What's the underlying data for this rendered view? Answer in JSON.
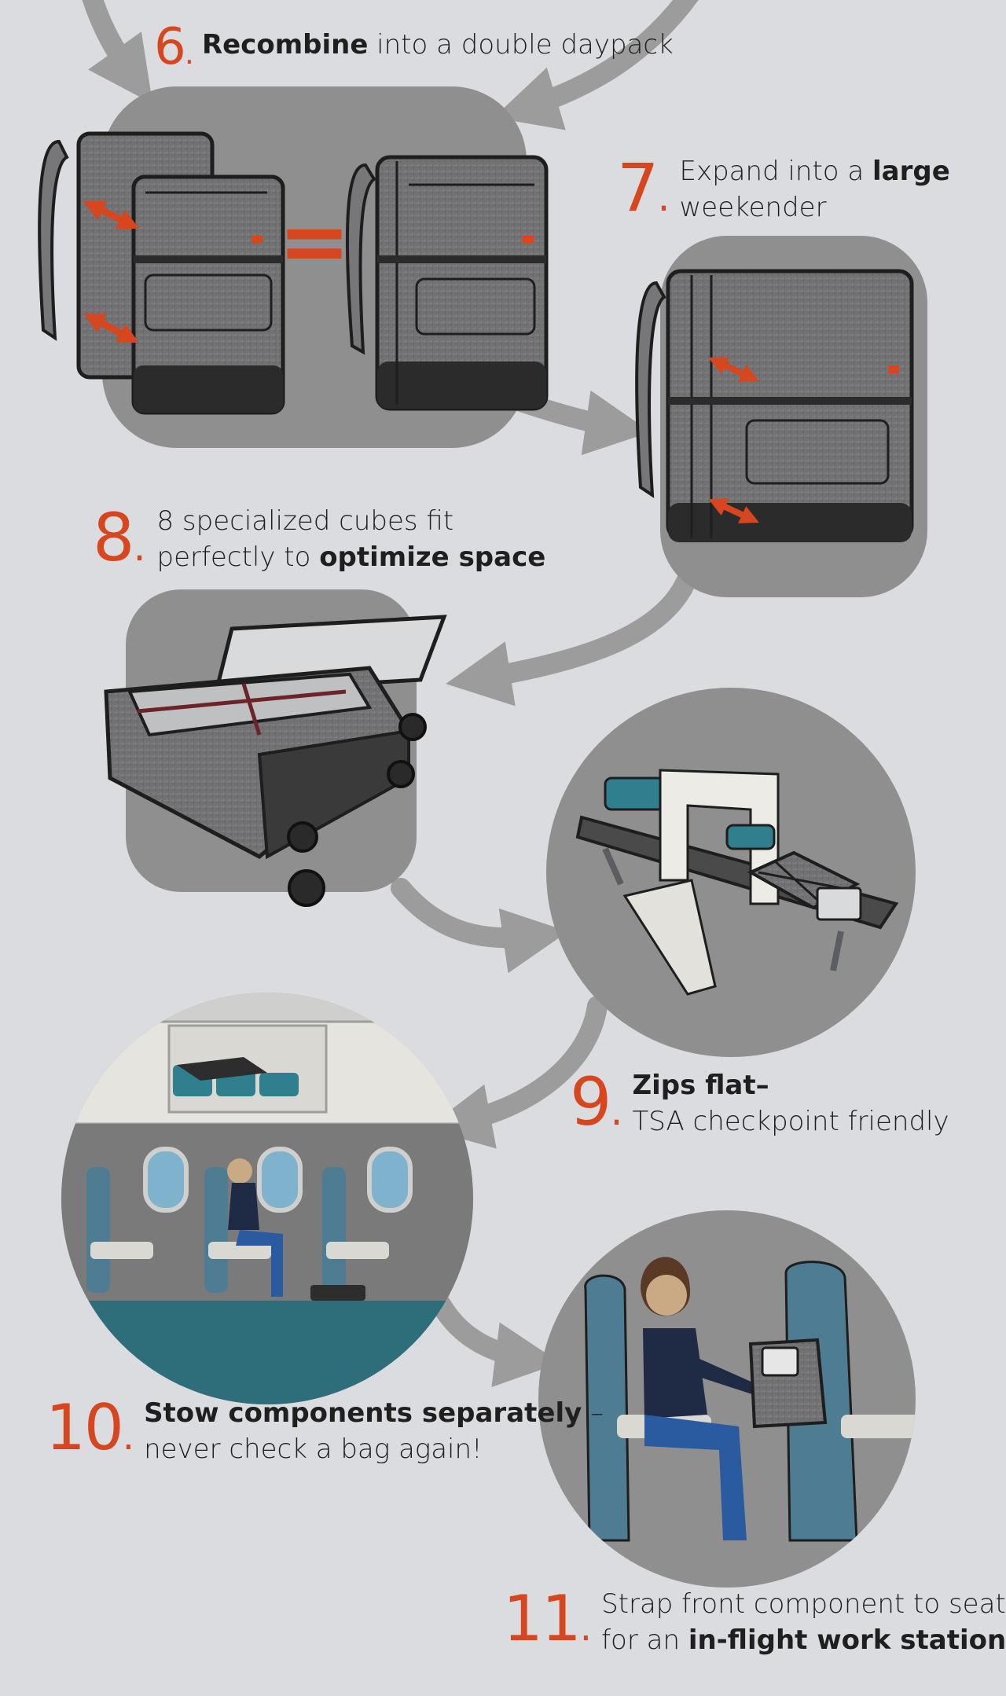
{
  "steps": [
    {
      "number": "6",
      "lines": [
        [
          {
            "text": "Recombine",
            "bold": true
          },
          {
            "text": " into a double daypack",
            "bold": false
          }
        ]
      ]
    },
    {
      "number": "7",
      "lines": [
        [
          {
            "text": "Expand into a ",
            "bold": false
          },
          {
            "text": "large",
            "bold": true
          }
        ],
        [
          {
            "text": "weekender",
            "bold": false
          }
        ]
      ]
    },
    {
      "number": "8",
      "lines": [
        [
          {
            "text": "8 specialized cubes fit",
            "bold": false
          }
        ],
        [
          {
            "text": "perfectly to ",
            "bold": false
          },
          {
            "text": "optimize space",
            "bold": true
          }
        ]
      ]
    },
    {
      "number": "9",
      "lines": [
        [
          {
            "text": "Zips flat–",
            "bold": true
          }
        ],
        [
          {
            "text": "TSA checkpoint friendly",
            "bold": false
          }
        ]
      ]
    },
    {
      "number": "10",
      "lines": [
        [
          {
            "text": "Stow components separately",
            "bold": true
          },
          {
            "text": " –",
            "bold": false
          }
        ],
        [
          {
            "text": "never check a bag again!",
            "bold": false
          }
        ]
      ]
    },
    {
      "number": "11",
      "lines": [
        [
          {
            "text": "Strap front component to seat",
            "bold": false
          }
        ],
        [
          {
            "text": "for an ",
            "bold": false
          },
          {
            "text": "in-flight work station",
            "bold": true
          }
        ]
      ]
    }
  ],
  "equals_sign": "=",
  "colors": {
    "background": "#dadcdf",
    "panel": "#8f8f90",
    "arrow": "#9c9c9d",
    "accent_orange": "#d6461f",
    "bag_gray": "#6a6a6b",
    "bag_dark": "#2b2b2c",
    "teal": "#2f7f8f",
    "window_blue": "#7fb2cc"
  }
}
